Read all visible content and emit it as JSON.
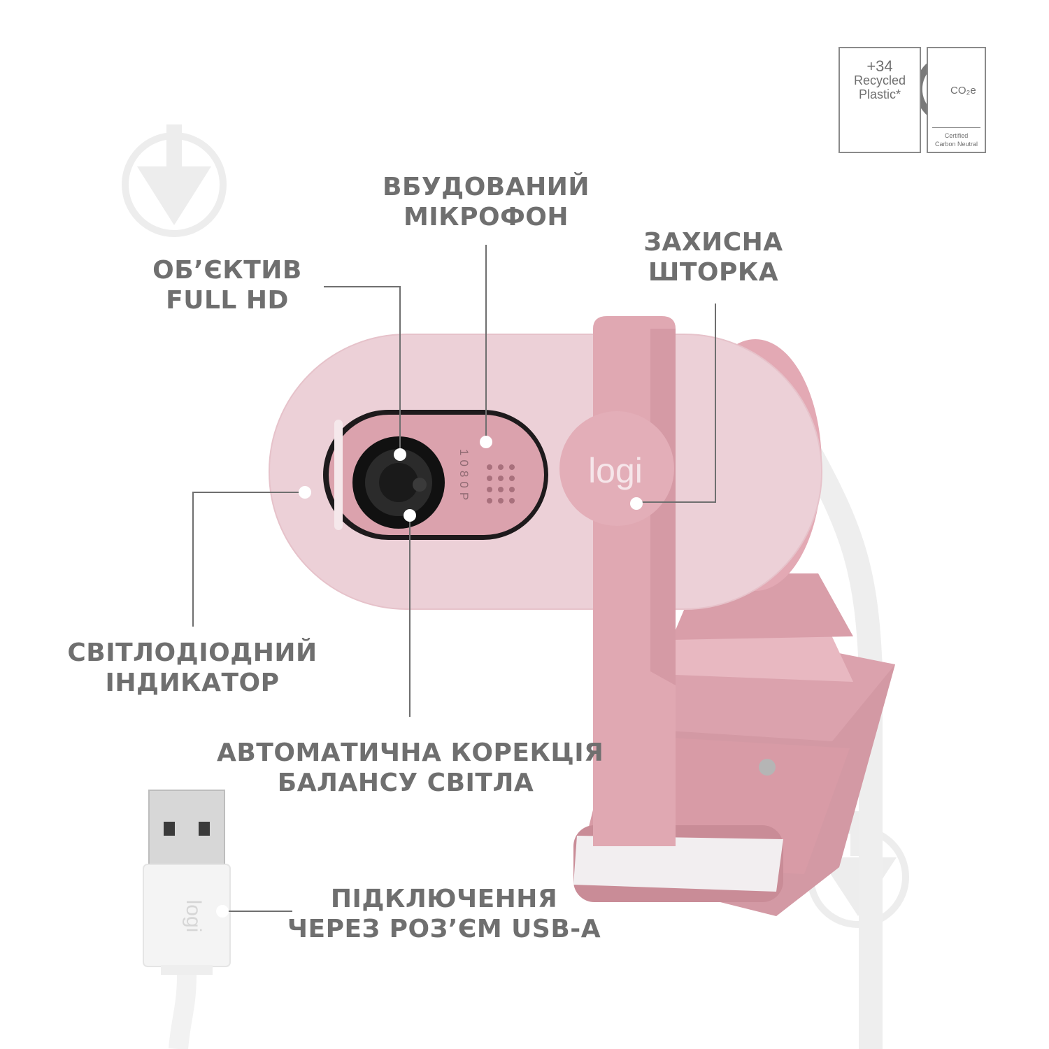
{
  "labels": {
    "microphone": [
      "ВБУДОВАНИЙ",
      "МІКРОФОН"
    ],
    "lens": [
      "ОБ’ЄКТИВ",
      "FULL HD"
    ],
    "shutter": [
      "ЗАХИСНА",
      "ШТОРКА"
    ],
    "led": [
      "СВІТЛОДІОДНИЙ",
      "ІНДИКАТОР"
    ],
    "white_balance": [
      "АВТОМАТИЧНА КОРЕКЦІЯ",
      "БАЛАНСУ СВІТЛА"
    ],
    "usb": [
      "ПІДКЛЮЧЕННЯ",
      "ЧЕРЕЗ РОЗ’ЄМ USB-A"
    ]
  },
  "badges": {
    "recycled": {
      "line1": "+34",
      "line2": "Recycled",
      "line3": "Plastic*",
      "icon": "recycle-icon"
    },
    "carbon": {
      "co2": "CO₂e",
      "line1": "Certified",
      "line2": "Carbon Neutral",
      "icon": "carbon-neutral-icon"
    }
  },
  "camera": {
    "logo": "logi",
    "resolution_text": "1080P",
    "colors": {
      "body": "#ecd0d7",
      "accent": "#dca1ad",
      "strap": "#e6b0b9",
      "cable": "#f6f6f6"
    }
  },
  "usb_plug": {
    "logo": "logi",
    "icon": "usb-a-connector-icon"
  },
  "watermarks": [
    "download-watermark-icon",
    "download-watermark-icon"
  ]
}
